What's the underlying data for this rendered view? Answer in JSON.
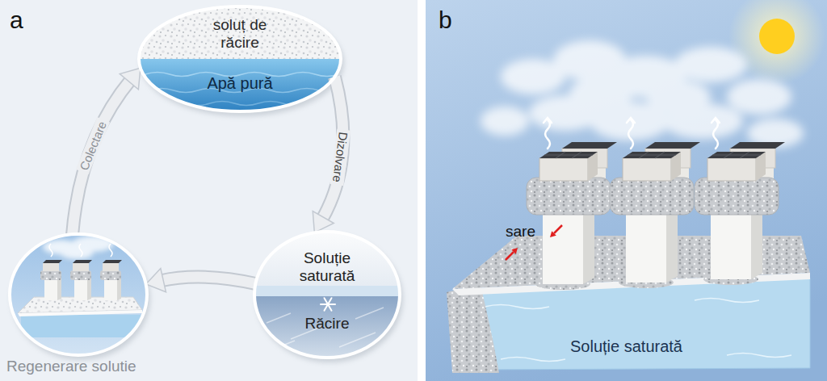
{
  "diagram": {
    "nodes": [
      {
        "text": [
          "soluț de răcire",
          "Apă pură"
        ]
      },
      {
        "text": [
          "Regenerare solutie"
        ]
      },
      {
        "text": [
          "Soluție saturată",
          "Răcire"
        ]
      }
    ],
    "edges": [
      {
        "from": 0,
        "to": 2,
        "arrow": "to",
        "label": "Dizolvare"
      },
      {
        "from": 2,
        "to": 1,
        "arrow": "to"
      },
      {
        "from": 1,
        "to": 0,
        "arrow": "to",
        "label": "Colectare"
      }
    ],
    "labels": [
      "a",
      "b",
      "sare",
      "Soluție saturată"
    ]
  }
}
